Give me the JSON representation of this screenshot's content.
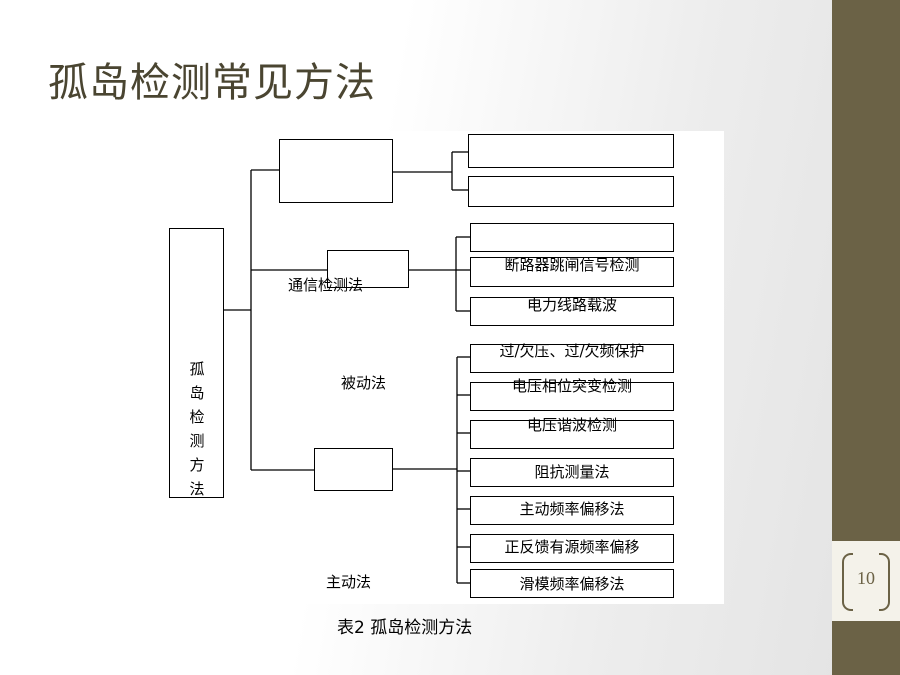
{
  "slide": {
    "title": "孤岛检测常见方法",
    "page_number": "10",
    "caption": "表2  孤岛检测方法"
  },
  "diagram": {
    "root_chars": [
      "孤",
      "岛",
      "检",
      "测",
      "方",
      "法"
    ],
    "branches": {
      "communication": "通信检测法",
      "passive": "被动法",
      "active": "主动法"
    },
    "leaves": {
      "breaker_trip_signal": "断路器跳闸信号检测",
      "power_line_carrier": "电力线路载波",
      "over_under_voltage_freq": "过/欠压、过/欠频保护",
      "voltage_phase_jump": "电压相位突变检测",
      "voltage_harmonic": "电压谐波检测",
      "impedance_measurement": "阻抗测量法",
      "active_frequency_drift": "主动频率偏移法",
      "positive_feedback_drift": "正反馈有源频率偏移",
      "slip_mode_drift": "滑模频率偏移法"
    }
  },
  "colors": {
    "accent_bar": "#6b6246",
    "title_text": "#4a4531",
    "badge_bg": "#f4f2ea"
  }
}
